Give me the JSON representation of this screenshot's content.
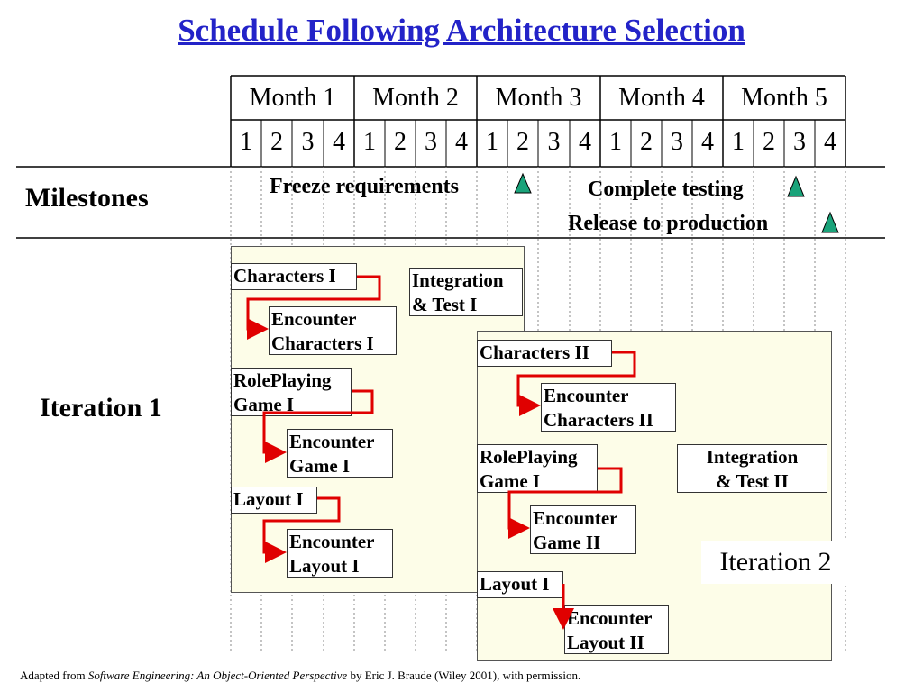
{
  "title": "Schedule Following Architecture Selection",
  "months": [
    "Month 1",
    "Month 2",
    "Month 3",
    "Month 4",
    "Month 5"
  ],
  "weeks": [
    "1",
    "2",
    "3",
    "4",
    "1",
    "2",
    "3",
    "4",
    "1",
    "2",
    "3",
    "4",
    "1",
    "2",
    "3",
    "4",
    "1",
    "2",
    "3",
    "4"
  ],
  "rows": {
    "milestones": "Milestones",
    "iteration1": "Iteration 1"
  },
  "milestones": {
    "freeze": "Freeze requirements",
    "testing": "Complete testing",
    "release": "Release to production"
  },
  "iteration1": {
    "characters": "Characters I",
    "encounter_characters": [
      "Encounter",
      "Characters I"
    ],
    "roleplaying": [
      "RolePlaying",
      "Game I"
    ],
    "encounter_game": [
      "Encounter",
      "Game I"
    ],
    "layout": "Layout I",
    "encounter_layout": [
      "Encounter",
      "Layout I"
    ],
    "integration": [
      "Integration",
      "& Test I"
    ]
  },
  "iteration2": {
    "label": "Iteration 2",
    "characters": "Characters II",
    "encounter_characters": [
      "Encounter",
      "Characters II"
    ],
    "roleplaying": [
      "RolePlaying",
      "Game I"
    ],
    "encounter_game": [
      "Encounter",
      "Game II"
    ],
    "layout": "Layout I",
    "encounter_layout": [
      "Encounter",
      "Layout II"
    ],
    "integration": [
      "Integration",
      "& Test II"
    ]
  },
  "footer": {
    "prefix": "Adapted from ",
    "book": "Software Engineering: An Object-Oriented Perspective",
    "suffix": " by Eric J. Braude (Wiley 2001), with permission."
  },
  "colors": {
    "title": "#2323c8",
    "arrow": "#e00000",
    "milestone": "#1aa37a",
    "iteration_fill": "#fdfde8"
  }
}
